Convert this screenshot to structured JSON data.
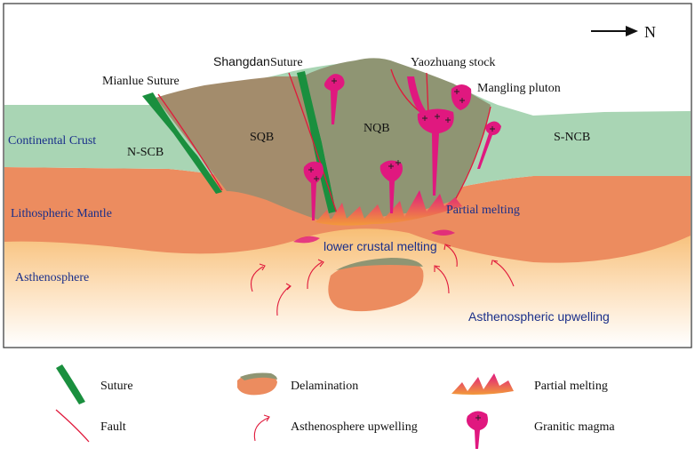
{
  "diagram": {
    "compass": "N",
    "labels": {
      "mianlue_suture": "Mianlue Suture",
      "shangdan_prefix": "Shangdan",
      "shangdan_suffix": "Suture",
      "yaozhuang": "Yaozhuang stock",
      "mangling": "Mangling pluton",
      "continental_crust": "Continental Crust",
      "nscb": "N-SCB",
      "sqb": "SQB",
      "nqb": "NQB",
      "sncb": "S-NCB",
      "lithospheric_mantle": "Lithospheric Mantle",
      "partial_melting": "Partial melting",
      "lower_crustal_melting": "lower crustal melting",
      "asthenosphere": "Asthenosphere",
      "asthenospheric_upwelling": "Asthenospheric upwelling"
    },
    "colors": {
      "crust": "#a9d5b4",
      "sqb": "#a38c6c",
      "nqb": "#8f9573",
      "mantle": "#ec8c5f",
      "asthenosphere_top": "#f6c07a",
      "suture": "#1a8f3e",
      "fault": "#e0193b",
      "magma": "#e0187f"
    }
  },
  "legend": {
    "suture": "Suture",
    "delamination": "Delamination",
    "partial_melting": "Partial melting",
    "fault": "Fault",
    "asthenosphere_upwelling": "Asthenosphere upwelling",
    "granitic_magma": "Granitic magma"
  }
}
